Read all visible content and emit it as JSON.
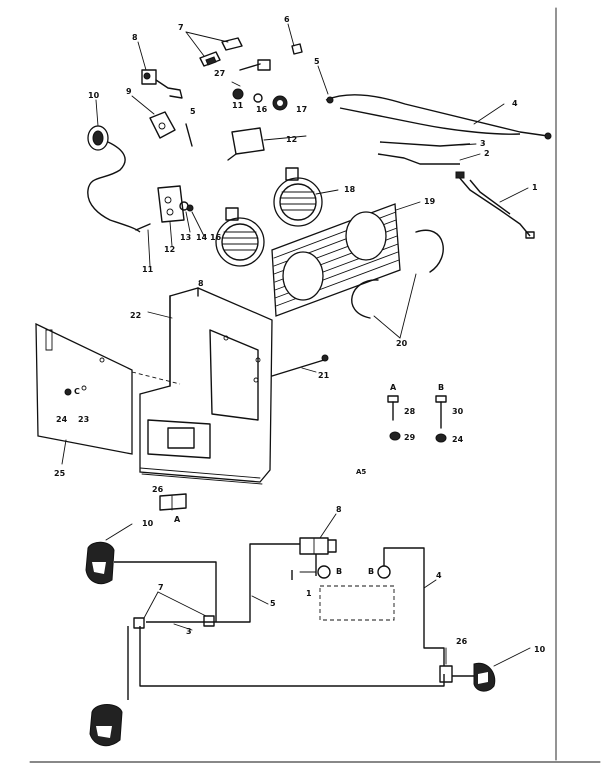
{
  "labels": {
    "l1": "1",
    "l2": "2",
    "l3": "3",
    "l4": "4",
    "l5a": "5",
    "l5b": "5",
    "l6": "6",
    "l7": "7",
    "l8a": "8",
    "l8b": "8",
    "l9": "9",
    "l10a": "10",
    "l10b": "10",
    "l11a": "11",
    "l11b": "11",
    "l12a": "12",
    "l12b": "12",
    "l13": "13",
    "l14": "14",
    "l16a": "16",
    "l16b": "16",
    "l17": "17",
    "l18": "18",
    "l19": "19",
    "l20": "20",
    "l21": "21",
    "l22": "22",
    "l23": "23",
    "l24": "24",
    "l25": "25",
    "l26": "26",
    "l27": "27",
    "lA": "A",
    "lB": "B",
    "lC": "C",
    "lA5": "A5",
    "lArrowA": "A",
    "h28": "28",
    "h29": "29",
    "h30": "30",
    "h24": "24",
    "w8": "8",
    "w7": "7",
    "w5": "5",
    "w3": "3",
    "w4": "4",
    "w10a": "10",
    "w10b": "10",
    "w26": "26",
    "wB1": "B",
    "wB2": "B",
    "w1": "1"
  }
}
